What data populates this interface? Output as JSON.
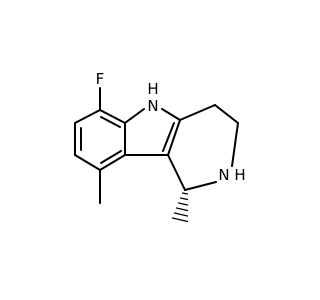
{
  "molecule": {
    "atoms": {
      "fluorine": "F",
      "indole_nh": "H",
      "indole_n": "N",
      "amine_n": "N",
      "amine_nh": "H"
    }
  },
  "colors": {
    "bond": "#000000",
    "label": "#000000",
    "background": "#ffffff"
  }
}
